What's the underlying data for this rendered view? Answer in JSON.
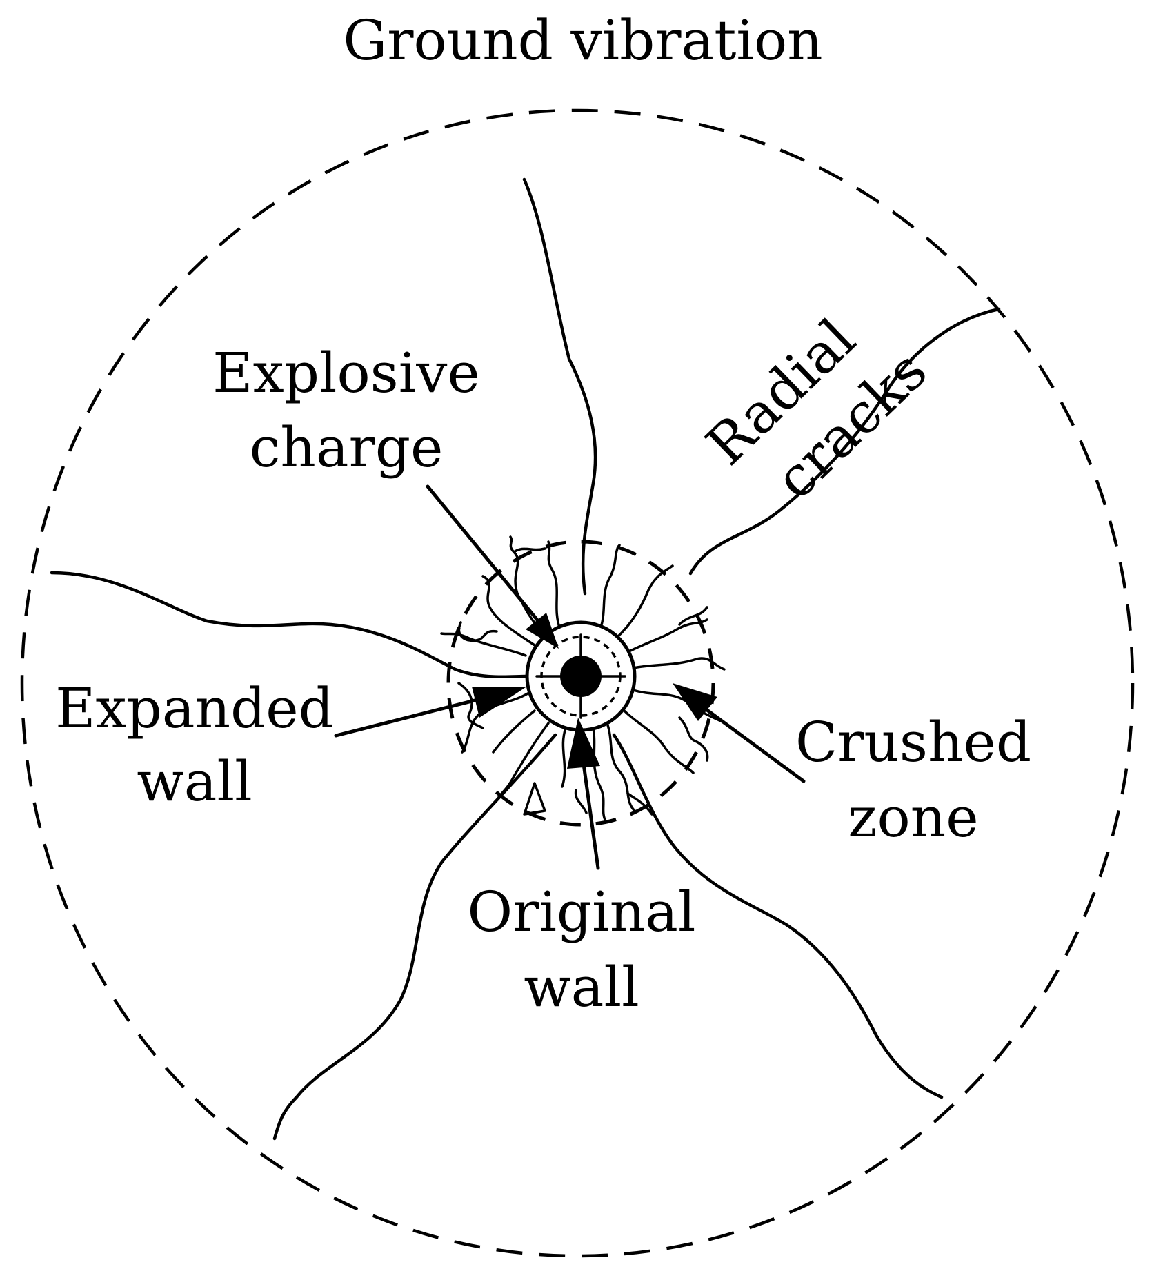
{
  "labels": {
    "ground_vibration": "Ground vibration",
    "explosive_line1": "Explosive",
    "explosive_line2": "charge",
    "radial_line1": "Radial",
    "radial_line2": "cracks",
    "expanded_line1": "Expanded",
    "expanded_line2": "wall",
    "crushed_line1": "Crushed",
    "crushed_line2": "zone",
    "original_line1": "Original",
    "original_line2": "wall"
  },
  "colors": {
    "ink": "#000000",
    "background": "#ffffff"
  }
}
